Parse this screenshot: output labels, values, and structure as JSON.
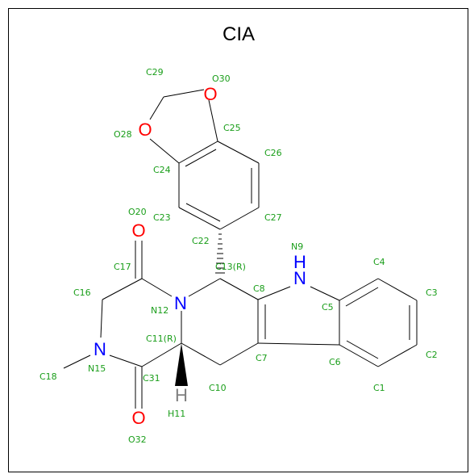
{
  "title": "CIA",
  "colors": {
    "bond": "#000000",
    "oxygen": "#ff0000",
    "nitrogen": "#0000ff",
    "hydrogen": "#808080",
    "index_label": "#1a9e1a"
  },
  "atoms": {
    "O30": "O",
    "O28": "O",
    "O20": "O",
    "O32": "O",
    "N9": "N",
    "H9": "H",
    "N12": "N",
    "N15": "N",
    "H11": "H"
  },
  "labels": {
    "C29": "C29",
    "O30": "O30",
    "C25": "C25",
    "O28": "O28",
    "C26": "C26",
    "C24": "C24",
    "O20": "O20",
    "C23": "C23",
    "C27": "C27",
    "C22": "C22",
    "N9": "N9",
    "C4": "C4",
    "C17": "C17",
    "C13": "C13(R)",
    "C16": "C16",
    "C8": "C8",
    "C3": "C3",
    "N12": "N12",
    "C5": "C5",
    "C11": "C11(R)",
    "N15": "N15",
    "C7": "C7",
    "C2": "C2",
    "C6": "C6",
    "C18": "C18",
    "C31": "C31",
    "C1": "C1",
    "C10": "C10",
    "H11": "H11",
    "O32": "O32"
  }
}
